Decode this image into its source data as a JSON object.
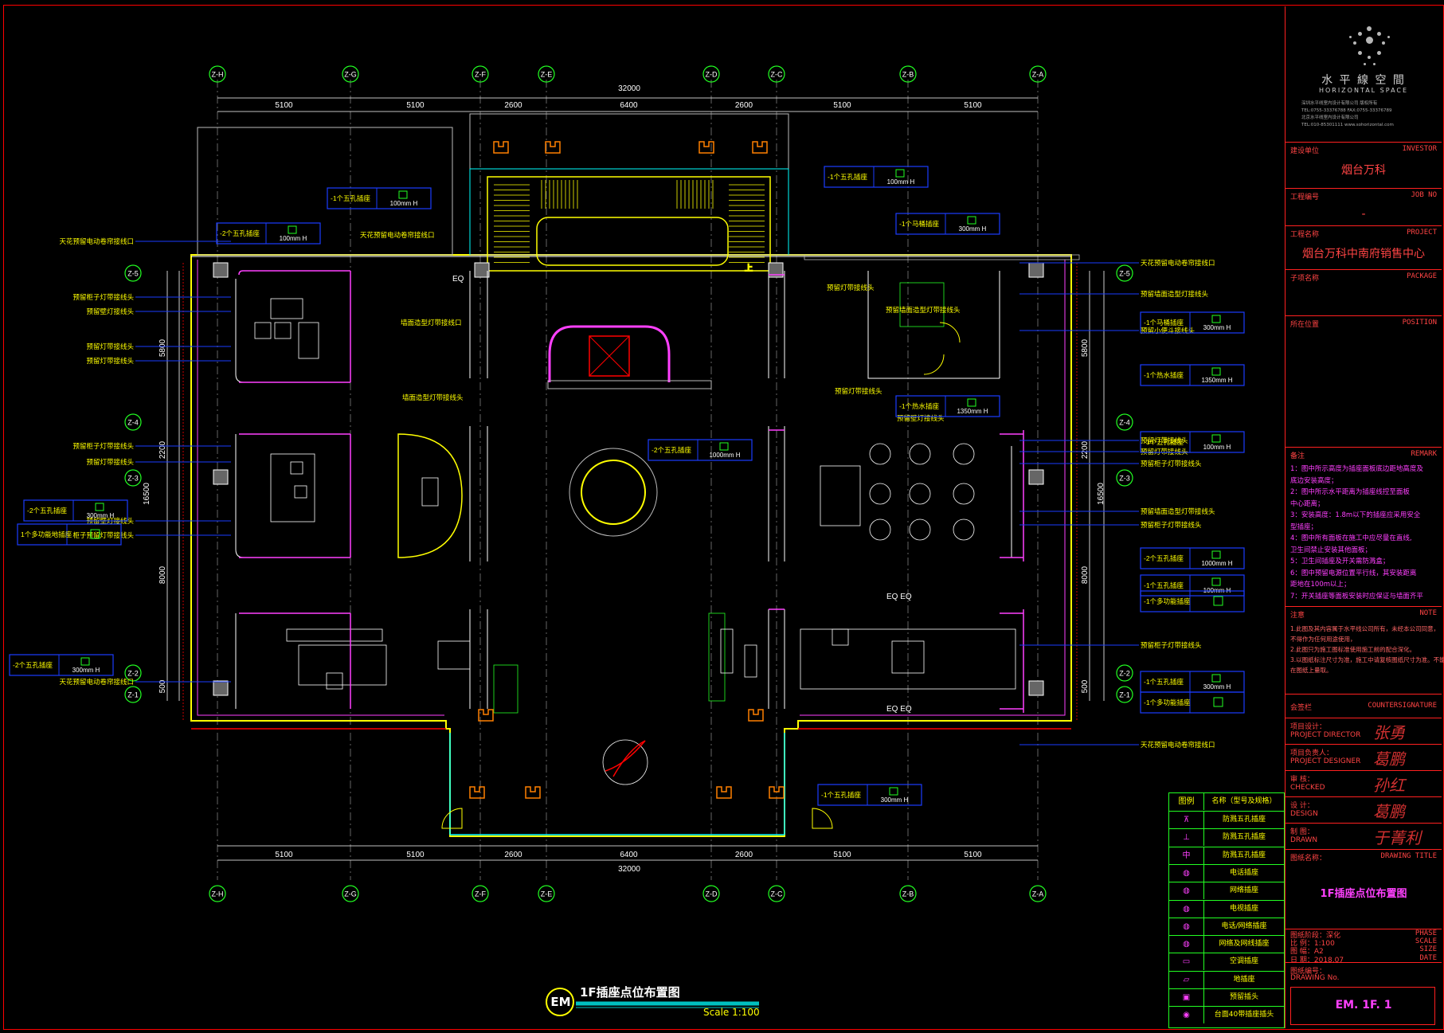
{
  "drawing": {
    "overall_dimension": "32000",
    "span_dimensions": [
      "5100",
      "5100",
      "2600",
      "6400",
      "2600",
      "5100",
      "5100"
    ],
    "grid_top": [
      "Z-H",
      "Z-G",
      "Z-F",
      "Z-E",
      "Z-D",
      "Z-C",
      "Z-B",
      "Z-A"
    ],
    "grid_bottom": [
      "Z-H",
      "Z-G",
      "Z-F",
      "Z-E",
      "Z-D",
      "Z-C",
      "Z-B",
      "Z-A"
    ],
    "grid_side": [
      "Z-5",
      "Z-4",
      "Z-3",
      "Z-2",
      "Z-1"
    ],
    "vertical_dimensions": [
      "5800",
      "2200",
      "8000",
      "500"
    ],
    "vertical_total": "16500",
    "stair_label": "上",
    "room_labels": [
      "EQ",
      "EQ EQ",
      "EQ EQ"
    ],
    "annotations_left": [
      "天花预留电动卷帘接线口",
      "预留柜子灯带接线头",
      "预留壁灯接线头",
      "预留灯带接线头",
      "预留灯带接线头",
      "预留柜子灯带接线头",
      "预留灯带接线头",
      "预留壁灯接线头",
      "柜子预留灯带接线头",
      "天花预留电动卷帘接线口"
    ],
    "annotations_right": [
      "天花预留电动卷帘接线口",
      "预留墙面造型灯接线头",
      "预留小便斗接线头",
      "预留灯带接线头",
      "预留灯带接线头",
      "预留柜子灯带接线头",
      "预留墙面造型灯带接线头",
      "预留柜子灯带接线头",
      "预留柜子灯带接线头",
      "天花预留电动卷帘接线口"
    ],
    "annotations_center": [
      "天花预留电动卷帘接线口",
      "墙面造型灯带接线口",
      "墙面造型灯带接线头",
      "预留灯带接线头",
      "预留墙面造型灯带接线头",
      "预留灯带接线头",
      "预留壁灯接线头"
    ],
    "socket_callouts": [
      {
        "text": "-1个五孔插座",
        "height": "100mm H"
      },
      {
        "text": "-2个五孔插座",
        "height": "100mm H"
      },
      {
        "text": "-1个五孔插座",
        "height": "100mm H"
      },
      {
        "text": "-1个马桶插座",
        "height": "300mm H"
      },
      {
        "text": "-1个马桶插座",
        "height": "300mm H"
      },
      {
        "text": "-1个热水插座",
        "height": "1350mm H"
      },
      {
        "text": "-1个热水插座",
        "height": "1350mm H"
      },
      {
        "text": "-2个五孔插座",
        "height": "1000mm H"
      },
      {
        "text": "-1个五孔插座",
        "height": "100mm H"
      },
      {
        "text": "-2个五孔插座",
        "height": "300mm H"
      },
      {
        "text": "-2个五孔插座",
        "height": "1000mm H"
      },
      {
        "text": "-1个五孔插座",
        "height": "100mm H"
      },
      {
        "text": "-1个五孔插座",
        "height": "300mm H"
      },
      {
        "text": "-2个五孔插座",
        "height": "300mm H"
      },
      {
        "text": "-1个五孔插座",
        "height": "300mm H"
      }
    ],
    "multi_function_callouts": [
      "-1个多功能插座",
      "-1个多功能插座",
      "1个多功能地插座"
    ],
    "caption": {
      "badge": "EM",
      "title": "1F插座点位布置图",
      "scale": "Scale 1:100"
    }
  },
  "title_block": {
    "company_cn": "水 平 線 空 間",
    "company_en": "HORIZONTAL SPACE",
    "company_lines": [
      "深圳水平线室内设计有限公司 版权所有",
      "TEL:0755-33376788   FAX:0755-33376789",
      "北京水平线室内设计有限公司",
      "TEL:010-85301111   www.sohorizontal.com"
    ],
    "fields": [
      {
        "cn": "建设单位",
        "en": "INVESTOR",
        "value": "烟台万科"
      },
      {
        "cn": "工程编号",
        "en": "JOB NO",
        "value": "-"
      },
      {
        "cn": "工程名称",
        "en": "PROJECT",
        "value": "烟台万科中南府销售中心"
      },
      {
        "cn": "子项名称",
        "en": "PACKAGE",
        "value": ""
      },
      {
        "cn": "所在位置",
        "en": "POSITION",
        "value": ""
      }
    ],
    "remark_cn": "备注",
    "remark_en": "REMARK",
    "remarks": [
      "1：图中所示高度为插座面板底边距地高度及",
      "  底边安装高度；",
      "2：图中所示水平距离为插座线控至面板",
      "  中心距离；",
      "3：安装高度：1.8m以下的插座应采用安全",
      "  型插座；",
      "4：图中所有面板在施工中应尽量在直线,",
      "  卫生间禁止安装其他面板；",
      "5：卫生间插座及开关需防溅盒；",
      "6：图中预留电源位置平行线，其安装距离",
      "  距地在100m以上；",
      "7：开关插座等面板安装时应保证与墙面齐平"
    ],
    "note_cn": "注意",
    "note_en": "NOTE",
    "notes": [
      "1.此图及其内容属于水平线公司所有，未经本公司同意，",
      "  不得作为任何用途使用，",
      "2.此图只为施工图标准使用施工前的配合深化。",
      "3.以图纸标注尺寸为准，施工中请复核图纸尺寸为准。不能直接",
      "  在图纸上量取。"
    ],
    "countersign_cn": "会签栏",
    "countersign_en": "COUNTERSIGNATURE",
    "signatures": [
      {
        "cn": "项目设计：",
        "en": "PROJECT DIRECTOR",
        "sig": "张勇"
      },
      {
        "cn": "项目负责人：",
        "en": "PROJECT DESIGNER",
        "sig": "葛鹏"
      },
      {
        "cn": "审    核：",
        "en": "CHECKED",
        "sig": "孙红"
      },
      {
        "cn": "设    计：",
        "en": "DESIGN",
        "sig": "葛鹏"
      },
      {
        "cn": "制    图：",
        "en": "DRAWN",
        "sig": "于菁利"
      }
    ],
    "drawing_title_cn": "图纸名称：",
    "drawing_title_en": "DRAWING TITLE",
    "drawing_title": "1F插座点位布置图",
    "meta": [
      {
        "cn": "图纸阶段：",
        "value": "深化",
        "en": "PHASE"
      },
      {
        "cn": "比    例：",
        "value": "1:100",
        "en": "SCALE"
      },
      {
        "cn": "图    幅：",
        "value": "A2",
        "en": "SIZE"
      },
      {
        "cn": "日    期：",
        "value": "2018.07",
        "en": "DATE"
      }
    ],
    "drawing_no_cn": "图纸编号：",
    "drawing_no_en": "DRAWING No.",
    "drawing_no": "EM. 1F. 1"
  },
  "legend": {
    "header_symbol": "图例",
    "header_desc": "名称（型号及规格）",
    "items": [
      {
        "sym": "⊼",
        "desc": "防溅五孔插座"
      },
      {
        "sym": "⊥",
        "desc": "防溅五孔插座"
      },
      {
        "sym": "中",
        "desc": "防溅五孔插座"
      },
      {
        "sym": "◍",
        "desc": "电话插座"
      },
      {
        "sym": "◍",
        "desc": "网络插座"
      },
      {
        "sym": "◍",
        "desc": "电视插座"
      },
      {
        "sym": "◍",
        "desc": "电话/网络插座"
      },
      {
        "sym": "◍",
        "desc": "网络及网线插座"
      },
      {
        "sym": "▭",
        "desc": "空调插座"
      },
      {
        "sym": "▱",
        "desc": "地插座"
      },
      {
        "sym": "▣",
        "desc": "预留插头"
      },
      {
        "sym": "◉",
        "desc": "台面40带插座插头"
      }
    ]
  },
  "colors": {
    "wall": "#ffff00",
    "furniture": "#ffffff",
    "dimension": "#40ff40",
    "callout": "#1a3cff",
    "outline": "#ff40ff",
    "hatch": "#ff0000",
    "sheet": "#ff2020"
  }
}
